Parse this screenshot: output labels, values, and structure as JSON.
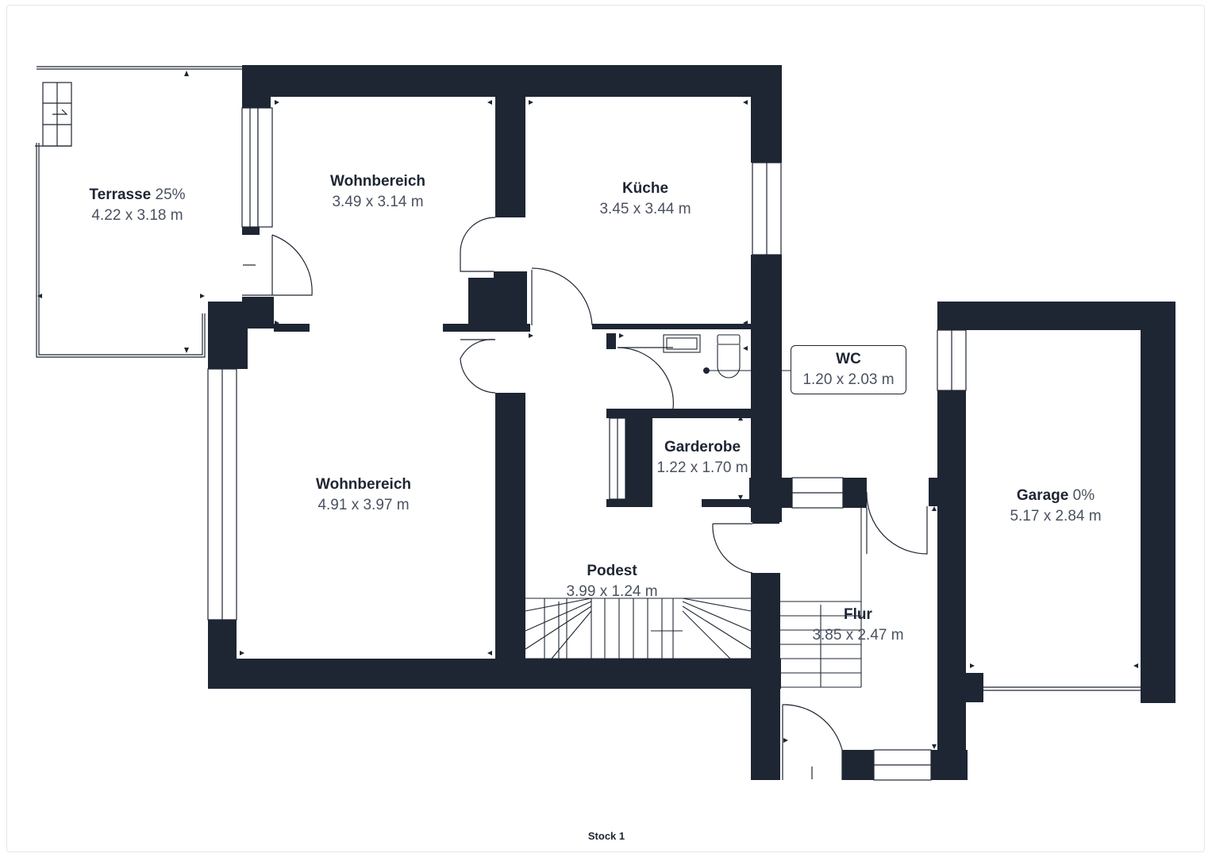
{
  "colors": {
    "wall": "#1e2633",
    "line": "#1e2633",
    "text_secondary": "#4a5260",
    "background": "#ffffff"
  },
  "rooms": {
    "terrasse": {
      "name": "Terrasse",
      "pct": "25%",
      "dims": "4.22 x 3.18 m"
    },
    "wohnbereich_top": {
      "name": "Wohnbereich",
      "dims": "3.49 x 3.14 m"
    },
    "kueche": {
      "name": "Küche",
      "dims": "3.45 x 3.44 m"
    },
    "wc": {
      "name": "WC",
      "dims": "1.20 x 2.03 m"
    },
    "garderobe": {
      "name": "Garderobe",
      "dims": "1.22 x 1.70 m"
    },
    "wohnbereich_bottom": {
      "name": "Wohnbereich",
      "dims": "4.91 x 3.97 m"
    },
    "podest": {
      "name": "Podest",
      "dims": "3.99 x 1.24 m"
    },
    "flur": {
      "name": "Flur",
      "dims": "3.85 x 2.47 m"
    },
    "garage": {
      "name": "Garage",
      "pct": "0%",
      "dims": "5.17 x 2.84 m"
    }
  },
  "floor": {
    "label": "Stock 1"
  }
}
